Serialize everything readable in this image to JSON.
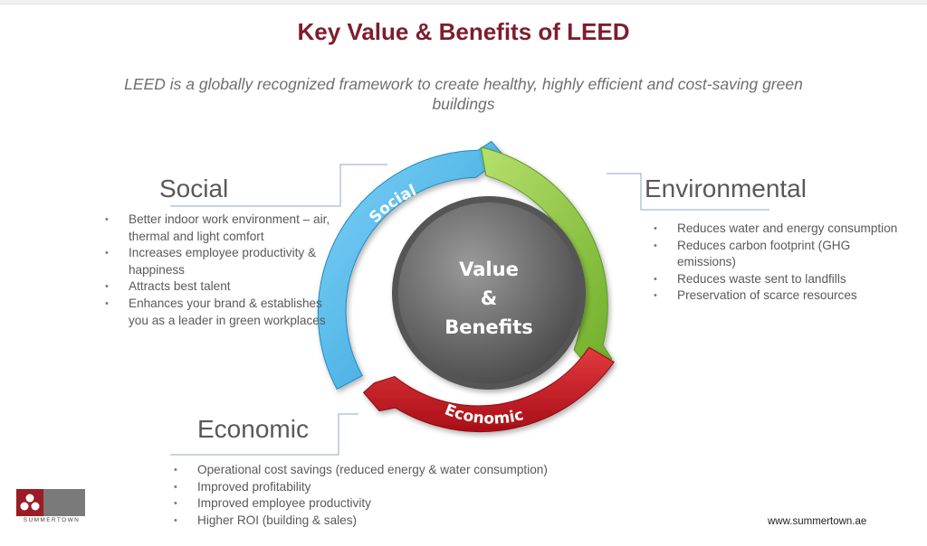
{
  "title": "Key Value & Benefits of LEED",
  "subtitle": "LEED is a globally recognized framework to create healthy, highly efficient and cost-saving green buildings",
  "center": {
    "line1": "Value",
    "line2": "&",
    "line3": "Benefits"
  },
  "arcs": {
    "social": "Social",
    "environmental": "Environmental",
    "economic": "Economic"
  },
  "colors": {
    "title": "#7f1d2d",
    "social": "#4ab3e6",
    "environmental": "#8cc63f",
    "economic": "#c8141d",
    "center": "#6e6e6e"
  },
  "sections": {
    "social": {
      "heading": "Social",
      "bullets": [
        "Better indoor work environment – air, thermal and light comfort",
        "Increases employee productivity & happiness",
        "Attracts best talent",
        "Enhances your brand & establishes you as a leader in green workplaces"
      ]
    },
    "environmental": {
      "heading": "Environmental",
      "bullets": [
        "Reduces water and energy consumption",
        "Reduces carbon footprint (GHG emissions)",
        "Reduces waste sent to landfills",
        "Preservation of scarce resources"
      ]
    },
    "economic": {
      "heading": "Economic",
      "bullets": [
        "Operational cost savings (reduced energy & water consumption)",
        "Improved profitability",
        "Improved employee productivity",
        "Higher ROI (building & sales)"
      ]
    }
  },
  "footer": {
    "logo_text": "SUMMERTOWN",
    "website": "www.summertown.ae"
  }
}
